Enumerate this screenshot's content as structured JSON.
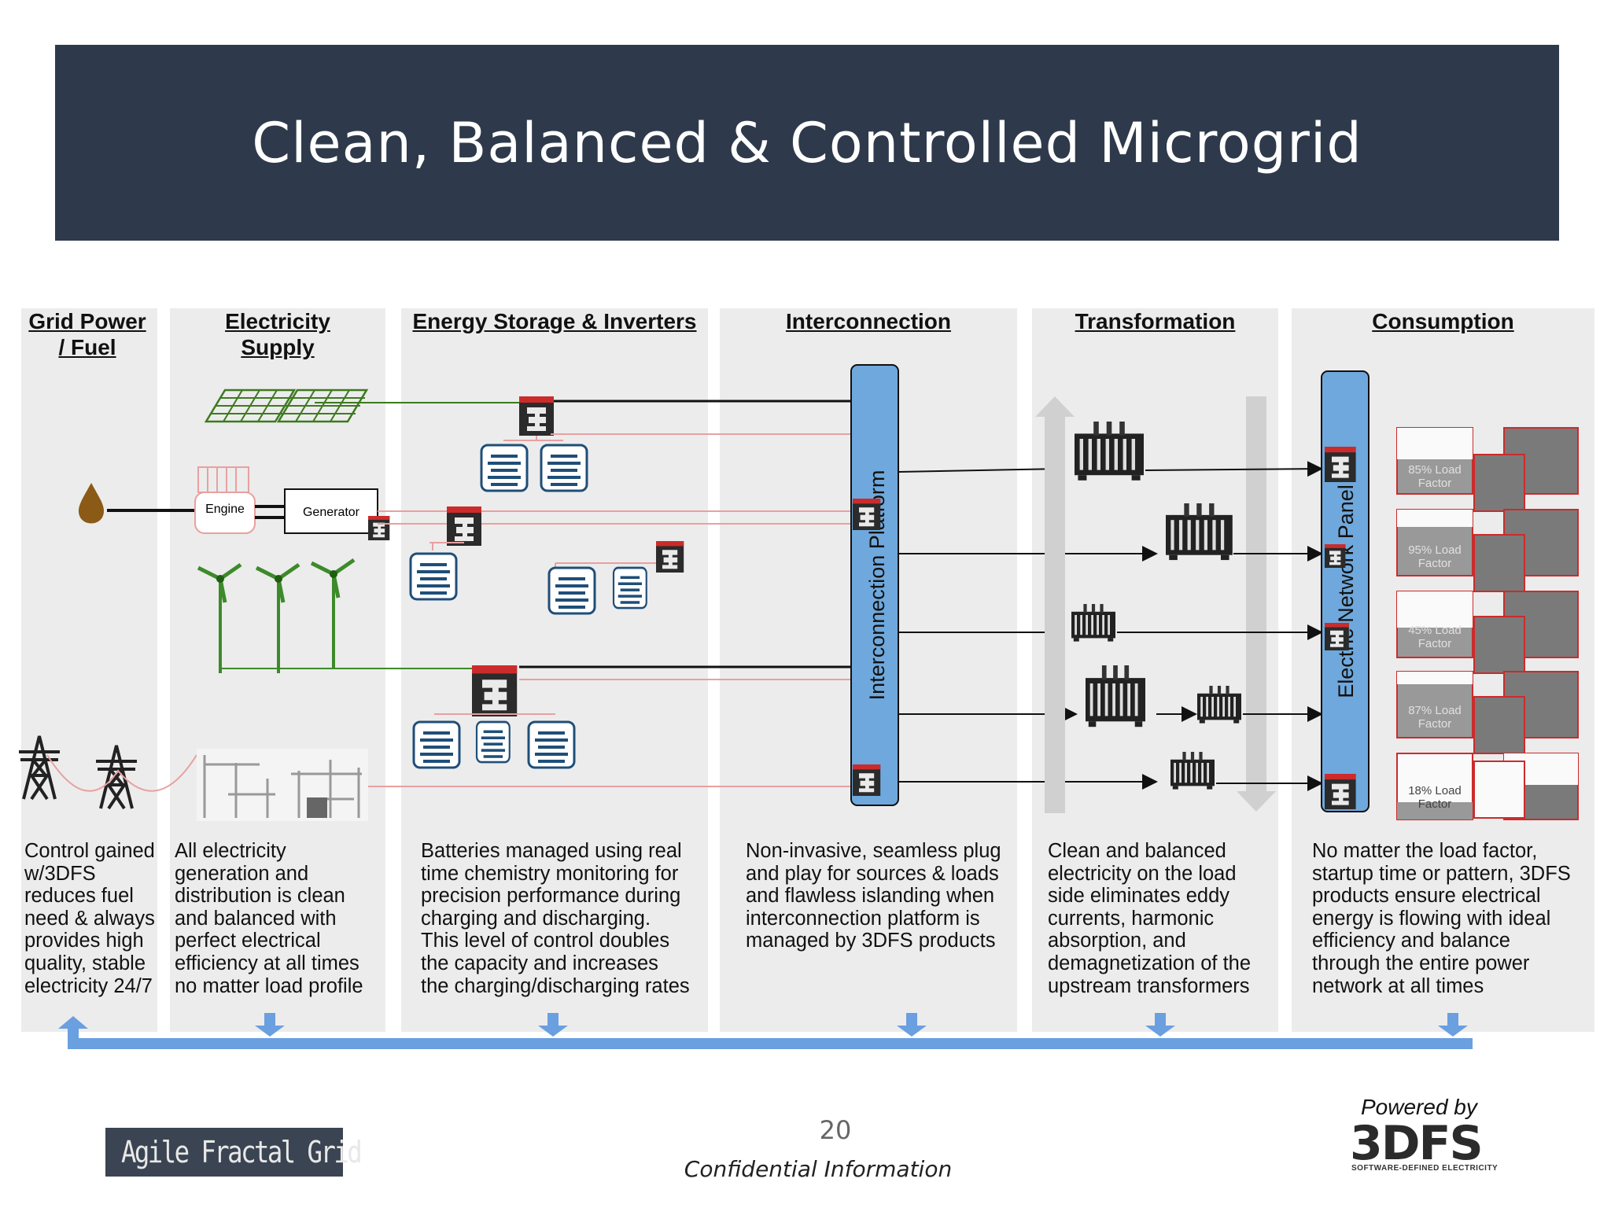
{
  "title": "Clean, Balanced & Controlled Microgrid",
  "columns": [
    {
      "heading": "Grid Power\n/ Fuel",
      "description": "Control gained\nw/3DFS\nreduces fuel\nneed & always\nprovides high\nquality, stable\nelectricity 24/7"
    },
    {
      "heading": "Electricity\nSupply",
      "description": "All electricity\ngeneration and\ndistribution is clean\nand balanced with\nperfect electrical\nefficiency at all times\nno matter load profile"
    },
    {
      "heading": "Energy Storage & Inverters",
      "description": "Batteries managed using real\ntime chemistry monitoring for\nprecision performance during\ncharging and discharging.\nThis level of control doubles\nthe capacity and increases\nthe charging/discharging rates"
    },
    {
      "heading": "Interconnection",
      "description": "Non-invasive, seamless plug\nand play for sources & loads\nand flawless islanding when\ninterconnection platform is\nmanaged by 3DFS products"
    },
    {
      "heading": "Transformation",
      "description": "Clean and balanced\nelectricity on the load\nside eliminates eddy\ncurrents, harmonic\nabsorption, and\ndemagnetization of the\nupstream transformers"
    },
    {
      "heading": "Consumption",
      "description": "No matter the load factor,\nstartup time or pattern, 3DFS\nproducts ensure electrical\nenergy is flowing with ideal\nefficiency and balance\nthrough the entire power\nnetwork at all times"
    }
  ],
  "supply_labels": {
    "engine": "Engine",
    "generator": "Generator"
  },
  "interconnection_bar_label": "Interconnection Platform",
  "network_panel_label": "Electric Network Panel",
  "load_factors": [
    "85% Load\nFactor",
    "95% Load\nFactor",
    "45% Load\nFactor",
    "87% Load\nFactor",
    "18% Load\nFactor"
  ],
  "footer": {
    "page_number": "20",
    "confidential": "Confidential Information",
    "powered_by": "Powered by",
    "brand_3dfs": "3DFS",
    "brand_3dfs_tagline": "SOFTWARE-DEFINED ELECTRICITY",
    "brand_afg": "Agile Fractal Grid"
  },
  "colors": {
    "title_bg": "#2e3a4b",
    "column_bg": "#ececec",
    "accent_blue": "#6a9fe0",
    "bar_blue": "#6fa8dc",
    "battery_blue": "#1f4e79",
    "module_red": "#cc2b2b",
    "solar_green": "#3d7a1f",
    "oil_brown": "#8b5a16",
    "signal_pink": "#e8a0a0"
  }
}
